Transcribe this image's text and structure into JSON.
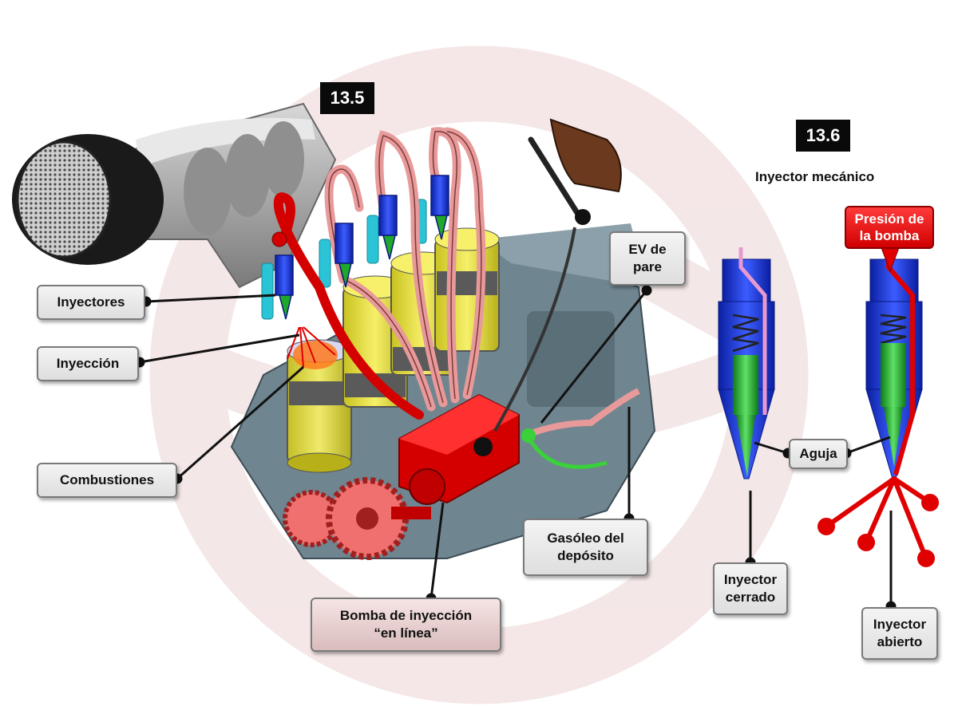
{
  "figures": {
    "left_number": "13.5",
    "right_number": "13.6",
    "right_title": "Inyector mecánico"
  },
  "labels": {
    "inyectores": "Inyectores",
    "inyeccion": "Inyección",
    "combustiones": "Combustiones",
    "ev_pare": "EV de\npare",
    "gasoleo": "Gasóleo del\ndepósito",
    "bomba": "Bomba de inyección\n“en línea”",
    "presion": "Presión de\nla bomba",
    "aguja": "Aguja",
    "cerrado": "Inyector\ncerrado",
    "abierto": "Inyector\nabierto"
  },
  "colors": {
    "pressure_line": "#e00000",
    "return_line": "#f0a0a0",
    "injector_body": "#1530d8",
    "needle": "#1fa82a",
    "cylinder": "#e8e030",
    "pump": "#d40000",
    "watermark": "#f2dede"
  }
}
